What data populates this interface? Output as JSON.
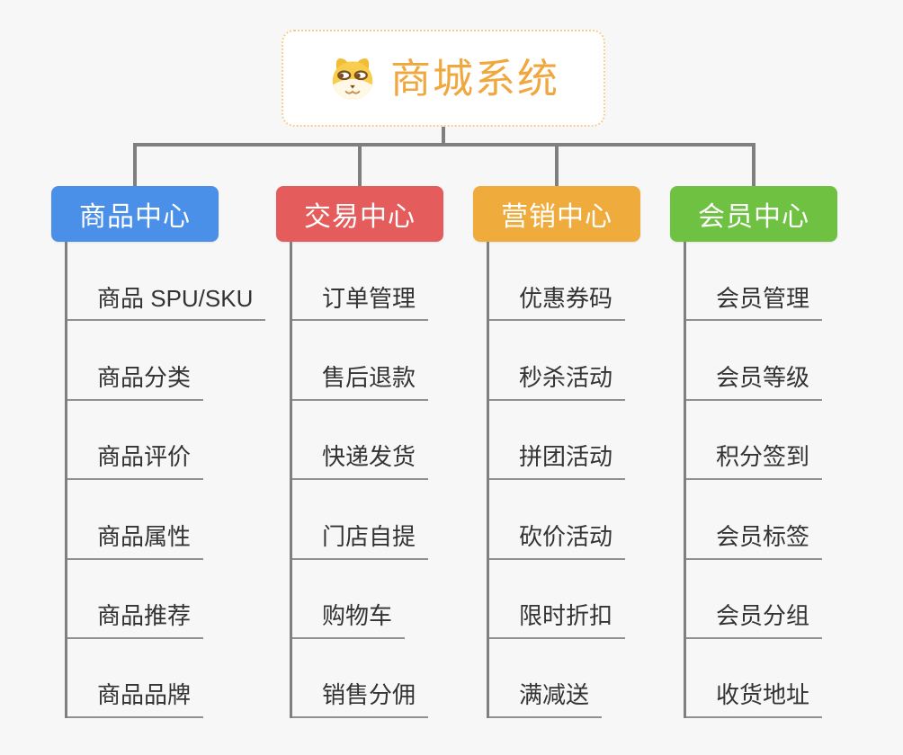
{
  "canvas": {
    "background": "#f7f7f7",
    "connector_color": "#7f7f7f",
    "underline_color": "#909090",
    "leaf_text_color": "#333333"
  },
  "root": {
    "title": "商城系统",
    "icon": "shiba-dog-icon",
    "text_color": "#f0a73e",
    "border_color": "#f6ce8f",
    "background": "#ffffff"
  },
  "branches": [
    {
      "label": "商品中心",
      "color": "#4b90e8",
      "children": [
        "商品 SPU/SKU",
        "商品分类",
        "商品评价",
        "商品属性",
        "商品推荐",
        "商品品牌"
      ]
    },
    {
      "label": "交易中心",
      "color": "#e45c5c",
      "children": [
        "订单管理",
        "售后退款",
        "快递发货",
        "门店自提",
        "购物车",
        "销售分佣"
      ]
    },
    {
      "label": "营销中心",
      "color": "#efac3d",
      "children": [
        "优惠券码",
        "秒杀活动",
        "拼团活动",
        "砍价活动",
        "限时折扣",
        "满减送"
      ]
    },
    {
      "label": "会员中心",
      "color": "#6fc142",
      "children": [
        "会员管理",
        "会员等级",
        "积分签到",
        "会员标签",
        "会员分组",
        "收货地址"
      ]
    }
  ]
}
